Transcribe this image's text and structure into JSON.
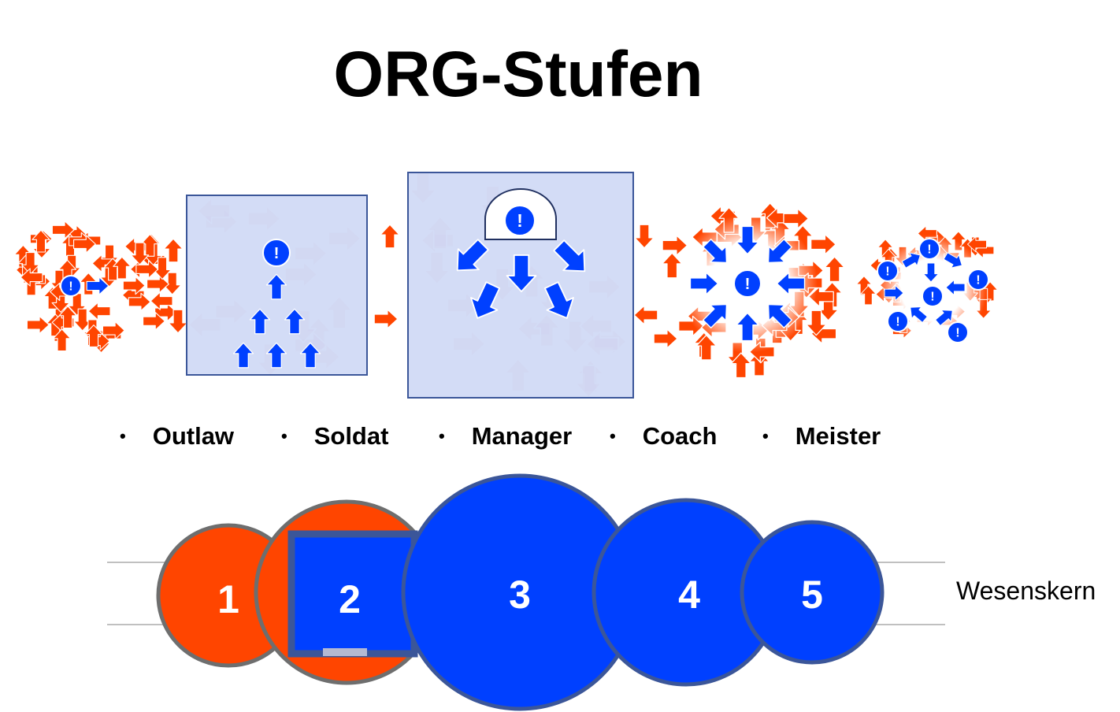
{
  "title": "ORG-Stufen",
  "stages": [
    {
      "label": "Outlaw",
      "level": "1"
    },
    {
      "label": "Soldat",
      "level": "2"
    },
    {
      "label": "Manager",
      "level": "3"
    },
    {
      "label": "Coach",
      "level": "4"
    },
    {
      "label": "Meister",
      "level": "5"
    }
  ],
  "axis_label": "Wesenskern",
  "alert_symbol": "!",
  "colors": {
    "red": "#FF4500",
    "blue": "#0040FF",
    "box_fill": "#CDD7F5",
    "box_border": "#3B5699",
    "circle_border": "#6E6E6E"
  }
}
